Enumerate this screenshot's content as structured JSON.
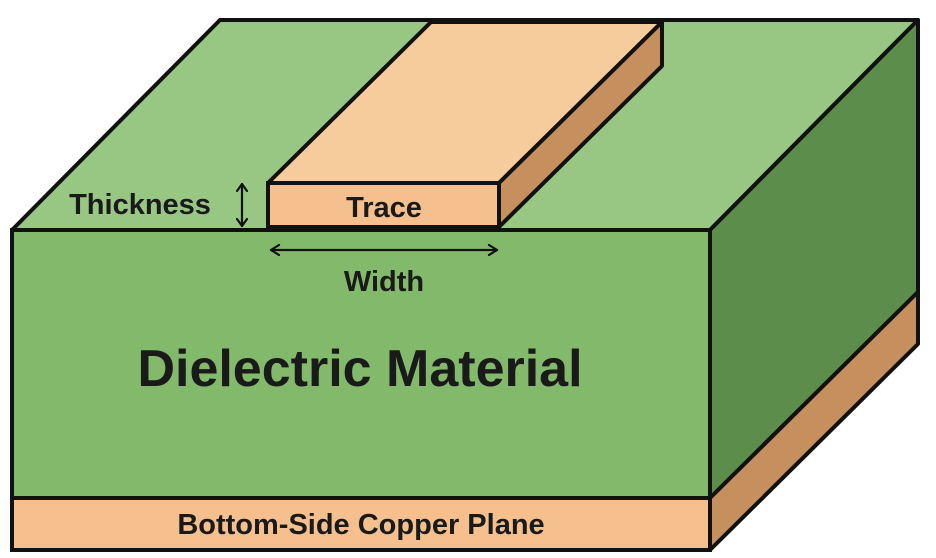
{
  "labels": {
    "thickness": "Thickness",
    "trace": "Trace",
    "width": "Width",
    "dielectric": "Dielectric Material",
    "copper_plane": "Bottom-Side Copper Plane"
  },
  "colors": {
    "top_face": "#98c784",
    "front_face": "#82b96a",
    "side_face": "#5d8d4a",
    "trace_top": "#f7cc9d",
    "trace_front": "#f5c08e",
    "trace_side": "#c68f5e",
    "copper_front": "#f5c08e",
    "copper_side": "#c68f5e",
    "outline": "#111111"
  }
}
